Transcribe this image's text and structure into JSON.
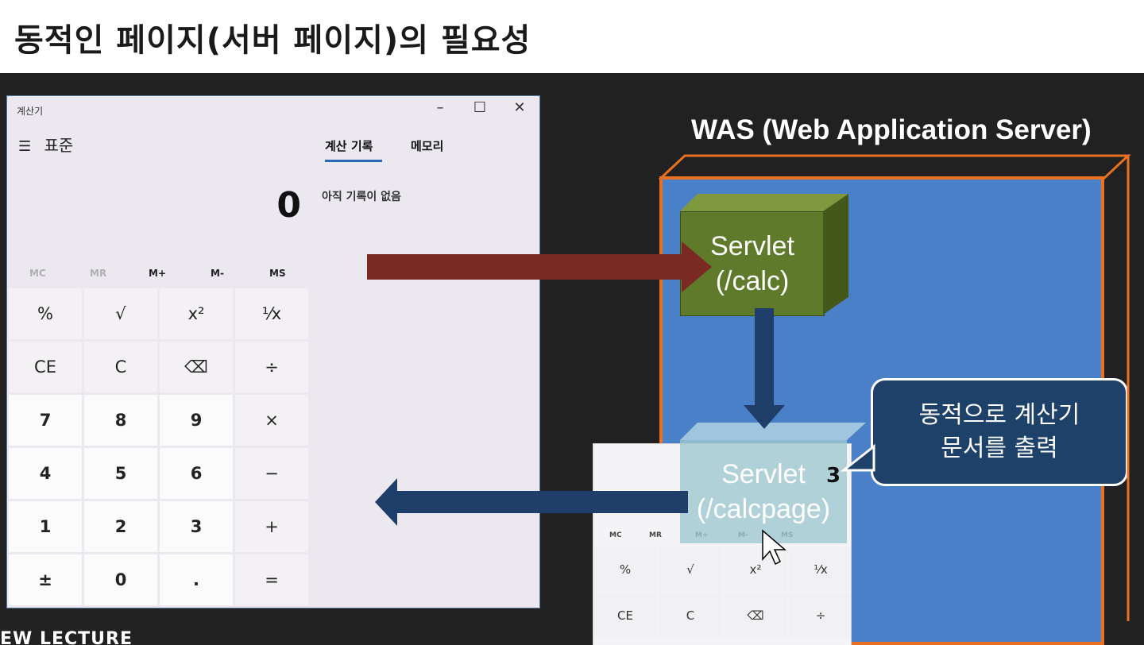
{
  "slide": {
    "title": "동적인 페이지(서버 페이지)의 필요성"
  },
  "calculator": {
    "window_title": "계산기",
    "window_controls": [
      "–",
      "☐",
      "✕"
    ],
    "mode": "표준",
    "menu_icon": "hamburger-icon",
    "tabs": [
      "계산 기록",
      "메모리"
    ],
    "history_empty": "아직 기록이 없음",
    "display_value": "0",
    "memory_buttons": [
      "MC",
      "MR",
      "M+",
      "M-",
      "MS"
    ],
    "keys": [
      [
        "%",
        "√",
        "x²",
        "⅟x"
      ],
      [
        "CE",
        "C",
        "⌫",
        "÷"
      ],
      [
        "7",
        "8",
        "9",
        "×"
      ],
      [
        "4",
        "5",
        "6",
        "−"
      ],
      [
        "1",
        "2",
        "3",
        "+"
      ],
      [
        "±",
        "0",
        ".",
        "="
      ]
    ]
  },
  "diagram": {
    "was_label": "WAS (Web Application Server)",
    "servlet1": {
      "line1": "Servlet",
      "line2": "(/calc)"
    },
    "servlet2": {
      "line1": "Servlet",
      "line2": "(/calcpage)"
    },
    "callout": {
      "line1": "동적으로 계산기",
      "line2": "문서를 출력"
    },
    "badge": "3",
    "colors": {
      "was_border": "#e87020",
      "was_fill": "#4a80c8",
      "servlet1": "#5e7a2a",
      "request_arrow": "#7a2a22",
      "response_arrow": "#1f3f6a"
    }
  },
  "mini_calculator": {
    "memory_buttons": [
      "MC",
      "MR",
      "M+",
      "M-",
      "MS"
    ],
    "keys": [
      [
        "%",
        "√",
        "x²",
        "⅟x"
      ],
      [
        "CE",
        "C",
        "⌫",
        "÷"
      ]
    ]
  },
  "footer": {
    "logo_text": "EW LECTURE"
  }
}
